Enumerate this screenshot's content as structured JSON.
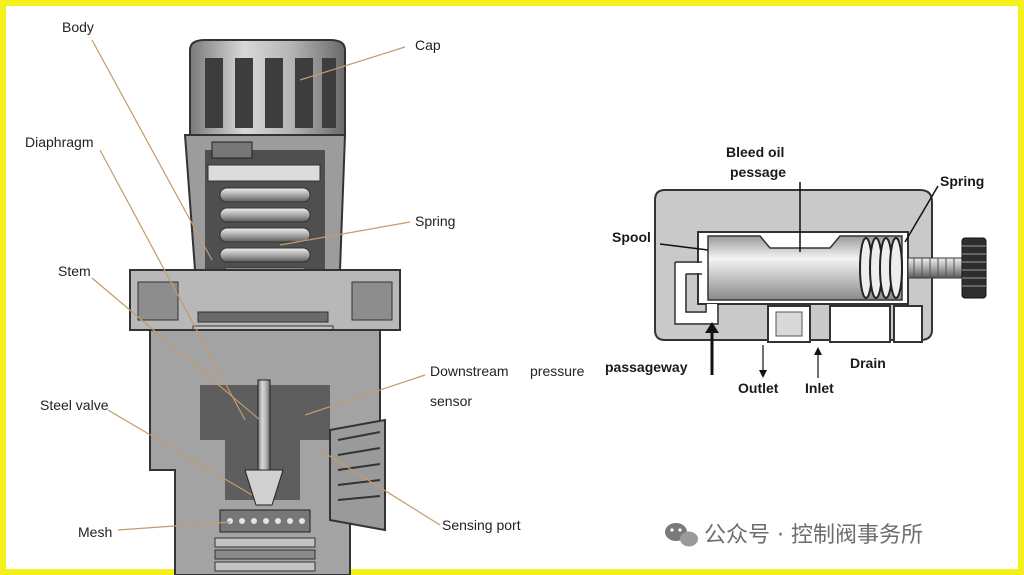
{
  "border_color": "#f5ef1c",
  "left_labels": {
    "body": "Body",
    "cap": "Cap",
    "diaphragm": "Diaphragm",
    "spring": "Spring",
    "stem": "Stem",
    "downstream_a": "Downstream",
    "downstream_b": "pressure",
    "downstream_c": "sensor",
    "steel_valve": "Steel valve",
    "mesh": "Mesh",
    "sensing_port": "Sensing port"
  },
  "right_labels": {
    "bleed_a": "Bleed oil",
    "bleed_b": "pessage",
    "spring": "Spring",
    "spool": "Spool",
    "passageway": "passageway",
    "outlet": "Outlet",
    "inlet": "Inlet",
    "drain": "Drain"
  },
  "watermark": {
    "icon": "wechat-icon",
    "text": "公众号 · 控制阀事务所"
  }
}
